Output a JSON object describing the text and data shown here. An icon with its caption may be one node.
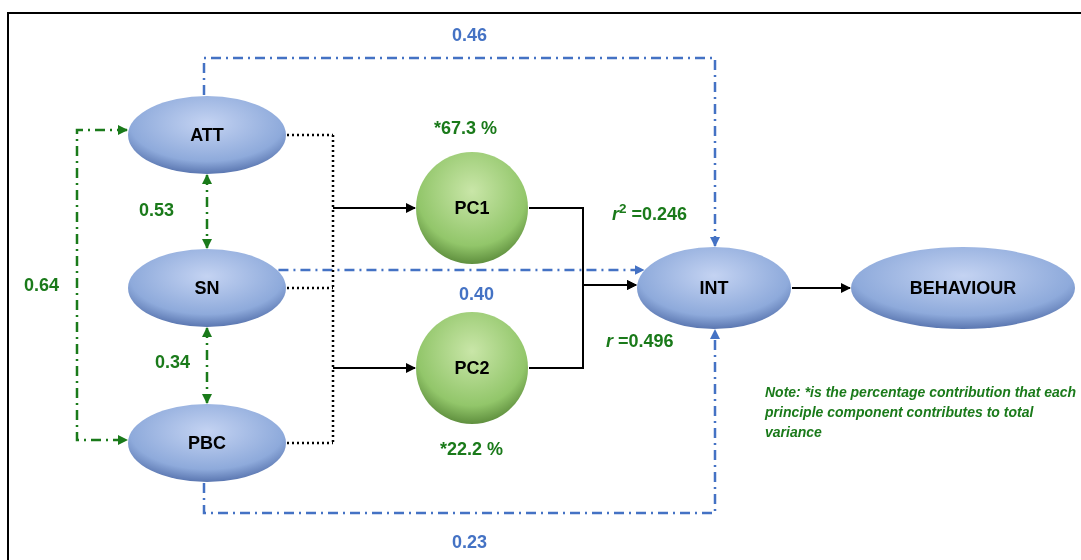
{
  "diagram": {
    "nodes": [
      {
        "text": [
          "ATT"
        ]
      },
      {
        "text": [
          "SN"
        ]
      },
      {
        "text": [
          "PBC"
        ]
      },
      {
        "text": [
          "PC1"
        ],
        "beside": [
          "*67.3 %"
        ]
      },
      {
        "text": [
          "PC2"
        ],
        "beside": [
          "*22.2 %"
        ]
      },
      {
        "text": [
          "INT"
        ],
        "beside": [
          "*r*$^{2}$ =0.246",
          "*r* =0.496"
        ]
      },
      {
        "text": [
          "BEHAVIOUR"
        ]
      }
    ],
    "edges": [
      {
        "from": 0,
        "to": 1,
        "arrow": "both",
        "label": "0.53",
        "style": "dashed",
        "color": "#1a7a1a"
      },
      {
        "from": 1,
        "to": 2,
        "arrow": "both",
        "label": "0.34",
        "style": "dashed",
        "color": "#1a7a1a"
      },
      {
        "from": 0,
        "to": 2,
        "arrow": "both",
        "label": "0.64",
        "style": "dashed",
        "color": "#1a7a1a"
      },
      {
        "from": 0,
        "to": 3,
        "arrow": "to",
        "style": "dashed"
      },
      {
        "from": 0,
        "to": 4,
        "arrow": "to",
        "style": "dashed"
      },
      {
        "from": 1,
        "to": 3,
        "arrow": "to",
        "style": "dashed"
      },
      {
        "from": 1,
        "to": 4,
        "arrow": "to",
        "style": "dashed"
      },
      {
        "from": 2,
        "to": 3,
        "arrow": "to",
        "style": "dashed"
      },
      {
        "from": 2,
        "to": 4,
        "arrow": "to",
        "style": "dashed"
      },
      {
        "from": 3,
        "to": 5,
        "arrow": "to"
      },
      {
        "from": 4,
        "to": 5,
        "arrow": "to"
      },
      {
        "from": 0,
        "to": 5,
        "arrow": "to",
        "label": "0.46",
        "style": "dashed",
        "color": "#4472c4"
      },
      {
        "from": 1,
        "to": 5,
        "arrow": "to",
        "label": "0.40",
        "style": "dashed",
        "color": "#4472c4"
      },
      {
        "from": 2,
        "to": 5,
        "arrow": "to",
        "label": "0.23",
        "style": "dashed",
        "color": "#4472c4"
      },
      {
        "from": 5,
        "to": 6,
        "arrow": "to"
      }
    ],
    "labels": [
      "Note: *is the percentage contribution that each principle component contributes  to total variance"
    ]
  }
}
